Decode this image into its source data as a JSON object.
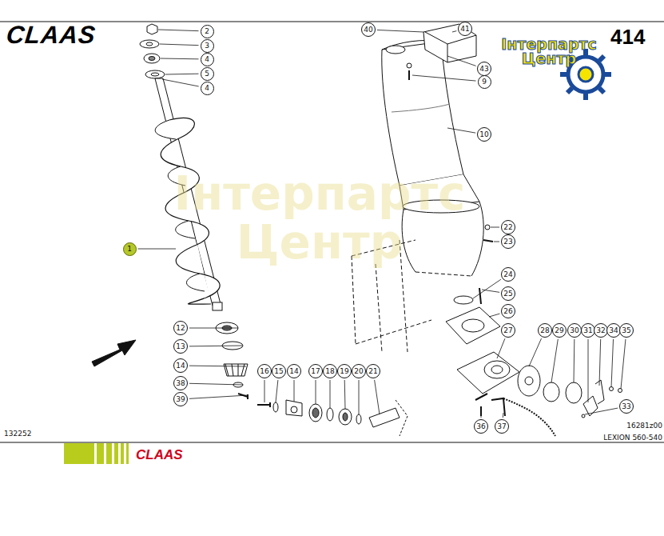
{
  "diagram": {
    "nodes": [
      {
        "text": [
          "2"
        ]
      },
      {
        "text": [
          "3"
        ]
      },
      {
        "text": [
          "4"
        ]
      },
      {
        "text": [
          "5"
        ]
      },
      {
        "text": [
          "4"
        ]
      },
      {
        "text": [
          "40"
        ]
      },
      {
        "text": [
          "41"
        ]
      },
      {
        "text": [
          "43"
        ]
      },
      {
        "text": [
          "9"
        ]
      },
      {
        "text": [
          "10"
        ]
      },
      {
        "text": [
          "1"
        ]
      },
      {
        "text": [
          "22"
        ]
      },
      {
        "text": [
          "23"
        ]
      },
      {
        "text": [
          "24"
        ]
      },
      {
        "text": [
          "25"
        ]
      },
      {
        "text": [
          "26"
        ]
      },
      {
        "text": [
          "27"
        ]
      },
      {
        "text": [
          "28"
        ]
      },
      {
        "text": [
          "29"
        ]
      },
      {
        "text": [
          "30"
        ]
      },
      {
        "text": [
          "31"
        ]
      },
      {
        "text": [
          "32"
        ]
      },
      {
        "text": [
          "34"
        ]
      },
      {
        "text": [
          "35"
        ]
      },
      {
        "text": [
          "12"
        ]
      },
      {
        "text": [
          "13"
        ]
      },
      {
        "text": [
          "14"
        ]
      },
      {
        "text": [
          "38"
        ]
      },
      {
        "text": [
          "39"
        ]
      },
      {
        "text": [
          "16"
        ]
      },
      {
        "text": [
          "15"
        ]
      },
      {
        "text": [
          "14"
        ]
      },
      {
        "text": [
          "17"
        ]
      },
      {
        "text": [
          "18"
        ]
      },
      {
        "text": [
          "19"
        ]
      },
      {
        "text": [
          "20"
        ]
      },
      {
        "text": [
          "21"
        ]
      },
      {
        "text": [
          "33"
        ]
      },
      {
        "text": [
          "36"
        ]
      },
      {
        "text": [
          "37"
        ]
      }
    ],
    "labels": [
      "CLAAS",
      "414",
      "Інтерпартс Центр",
      "Інтерпартс Центр",
      "132252",
      "16281z00",
      "LEXION 560-540",
      "CLAAS"
    ]
  }
}
